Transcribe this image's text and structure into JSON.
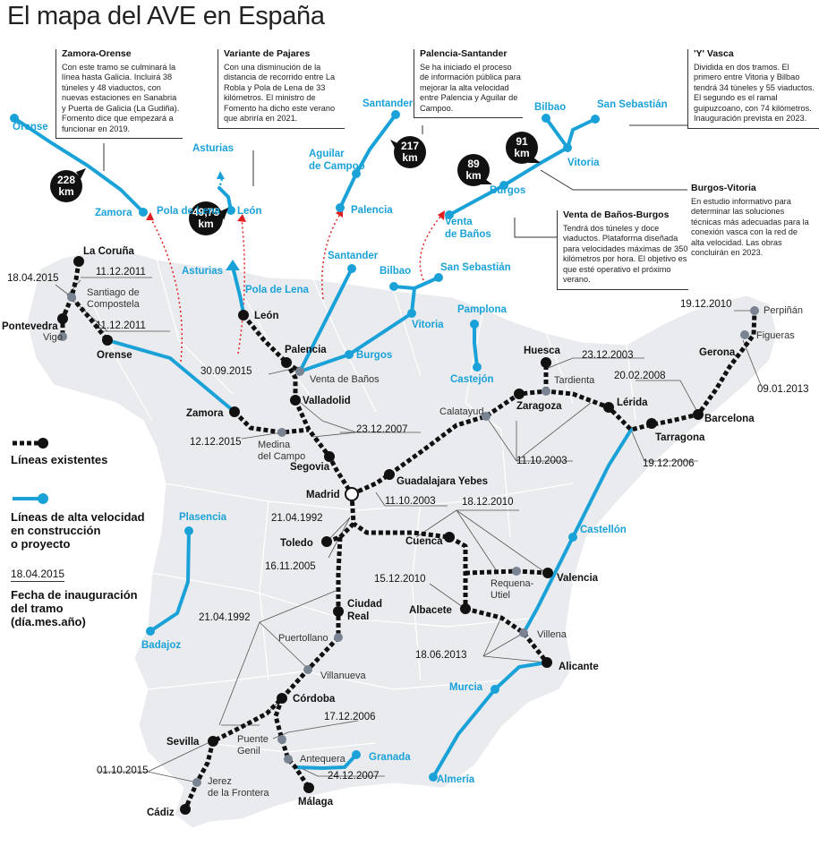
{
  "title": "El mapa del AVE en España",
  "legend": {
    "existing": "Líneas existentes",
    "construction": [
      "Líneas de alta velocidad",
      "en construcción",
      "o proyecto"
    ],
    "date_sample": "18.04.2015",
    "date_meaning": [
      "Fecha de inauguración",
      "del tramo",
      "(día.mes.año)"
    ]
  },
  "info_boxes": {
    "zamora_orense": {
      "title": "Zamora-Orense",
      "text": "Con este tramo se culminará la línea hasta Galicia. Incluirá 38 túneles y 48 viaductos, con nuevas estaciones en Sanabria y Puerta de Galicia (La Gudiña). Fomento dice que empezará a funcionar en 2019."
    },
    "pajares": {
      "title": "Variante de Pajares",
      "text": "Con una disminución de la distancia de recorrido entre La Robla y Pola de Lena de 33 kilómetros. El ministro de Fomento ha dicho este verano que abriría en 2021."
    },
    "palencia_santander": {
      "title": "Palencia-Santander",
      "text": "Se ha iniciado el proceso de información pública para mejorar la alta velocidad entre Palencia y Aguilar de Campoo."
    },
    "y_vasca": {
      "title": "'Y' Vasca",
      "text": "Dividida en dos tramos. El primero entre Vitoria y Bilbao tendrá 34 túneles y 55 viaductos. El segundo es el ramal guipuzcoano, con 74 kilómetros. Inauguración prevista en 2023."
    },
    "burgos_vitoria": {
      "title": "Burgos-Vitoria",
      "text": "En estudio informativo para determinar las soluciones técnicas más adecuadas para la conexión vasca con la red de alta velocidad. Las obras concluirán en 2023."
    },
    "venta_burgos": {
      "title": "Venta de Baños-Burgos",
      "text": "Tendrá dos túneles y doce viaductos. Plataforma diseñada para velocidades máximas de 350 kilómetros por hora. El objetivo es que esté operativo el próximo verano."
    }
  },
  "km_badges": [
    {
      "value": "228",
      "unit": "km"
    },
    {
      "value": "49,75",
      "unit": "km"
    },
    {
      "value": "217",
      "unit": "km"
    },
    {
      "value": "89",
      "unit": "km"
    },
    {
      "value": "91",
      "unit": "km"
    }
  ],
  "insets": {
    "orense": "Orense",
    "zamora": "Zamora",
    "asturias": "Asturias",
    "pola_de_lena": "Pola de Lena",
    "leon": "León",
    "santander": "Santander",
    "aguilar": [
      "Aguilar",
      "de Campoo"
    ],
    "palencia": "Palencia",
    "bilbao": "Bilbao",
    "san_sebastian": "San Sebastián",
    "vitoria": "Vitoria",
    "burgos": "Burgos",
    "venta": [
      "Venta",
      "de Baños"
    ]
  },
  "cities": {
    "la_coruna": "La Coruña",
    "santiago": [
      "Santiago de",
      "Compostela"
    ],
    "pontevedra": "Pontevedra",
    "vigo": "Vigo",
    "orense": "Orense",
    "asturias": "Asturias",
    "pola_de_lena": "Pola de Lena",
    "leon": "León",
    "santander": "Santander",
    "palencia": "Palencia",
    "venta_de_banos": "Venta de Baños",
    "valladolid": "Valladolid",
    "burgos": "Burgos",
    "bilbao": "Bilbao",
    "san_sebastian": "San Sebastián",
    "vitoria": "Vitoria",
    "pamplona": "Pamplona",
    "castejon": "Castejón",
    "zamora": "Zamora",
    "medina": [
      "Medina",
      "del Campo"
    ],
    "segovia": "Segovia",
    "madrid": "Madrid",
    "guadalajara": "Guadalajara Yebes",
    "calatayud": "Calatayud",
    "zaragoza": "Zaragoza",
    "huesca": "Huesca",
    "tardienta": "Tardienta",
    "lerida": "Lérida",
    "tarragona": "Tarragona",
    "barcelona": "Barcelona",
    "gerona": "Gerona",
    "figueras": "Figueras",
    "perpinan": "Perpiñán",
    "toledo": "Toledo",
    "cuenca": "Cuenca",
    "requena": [
      "Requena-",
      "Utiel"
    ],
    "valencia": "Valencia",
    "castellon": "Castellón",
    "albacete": "Albacete",
    "villena": "Villena",
    "alicante": "Alicante",
    "murcia": "Murcia",
    "almeria": "Almería",
    "ciudad_real": [
      "Ciudad",
      "Real"
    ],
    "puertollano": "Puertollano",
    "villanueva": "Villanueva",
    "cordoba": "Córdoba",
    "sevilla": "Sevilla",
    "puente_genil": [
      "Puente",
      "Genil"
    ],
    "antequera": "Antequera",
    "granada": "Granada",
    "malaga": "Málaga",
    "jerez": [
      "Jerez",
      "de la Frontera"
    ],
    "cadiz": "Cádiz",
    "plasencia": "Plasencia",
    "badajoz": "Badajoz"
  },
  "dates": {
    "santiago_a": "18.04.2015",
    "coruna": "11.12.2011",
    "orense": "11.12.2011",
    "venta": "30.09.2015",
    "medina": "12.12.2015",
    "valladolid": "23.12.2007",
    "guadalajara": "11.10.2003",
    "toledo_a": "21.04.1992",
    "toledo_b": "16.11.2005",
    "cuenca": "18.12.2010",
    "albacete": "15.12.2010",
    "calatayud": "11.10.2003",
    "tardienta": "23.12.2003",
    "perpinan": "19.12.2010",
    "figueras": "09.01.2013",
    "tarragona": "20.02.2008",
    "lerida": "19.12.2006",
    "puertollano": "21.04.1992",
    "antequera": "17.12.2006",
    "malaga": "24.12.2007",
    "villena": "18.06.2013",
    "jerez": "01.10.2015"
  },
  "colors": {
    "existing": "#111111",
    "high_speed": "#1aa2d8",
    "land": "#e9ebee",
    "dotted_red": "#e02020",
    "station_grey": "#7a8391"
  }
}
